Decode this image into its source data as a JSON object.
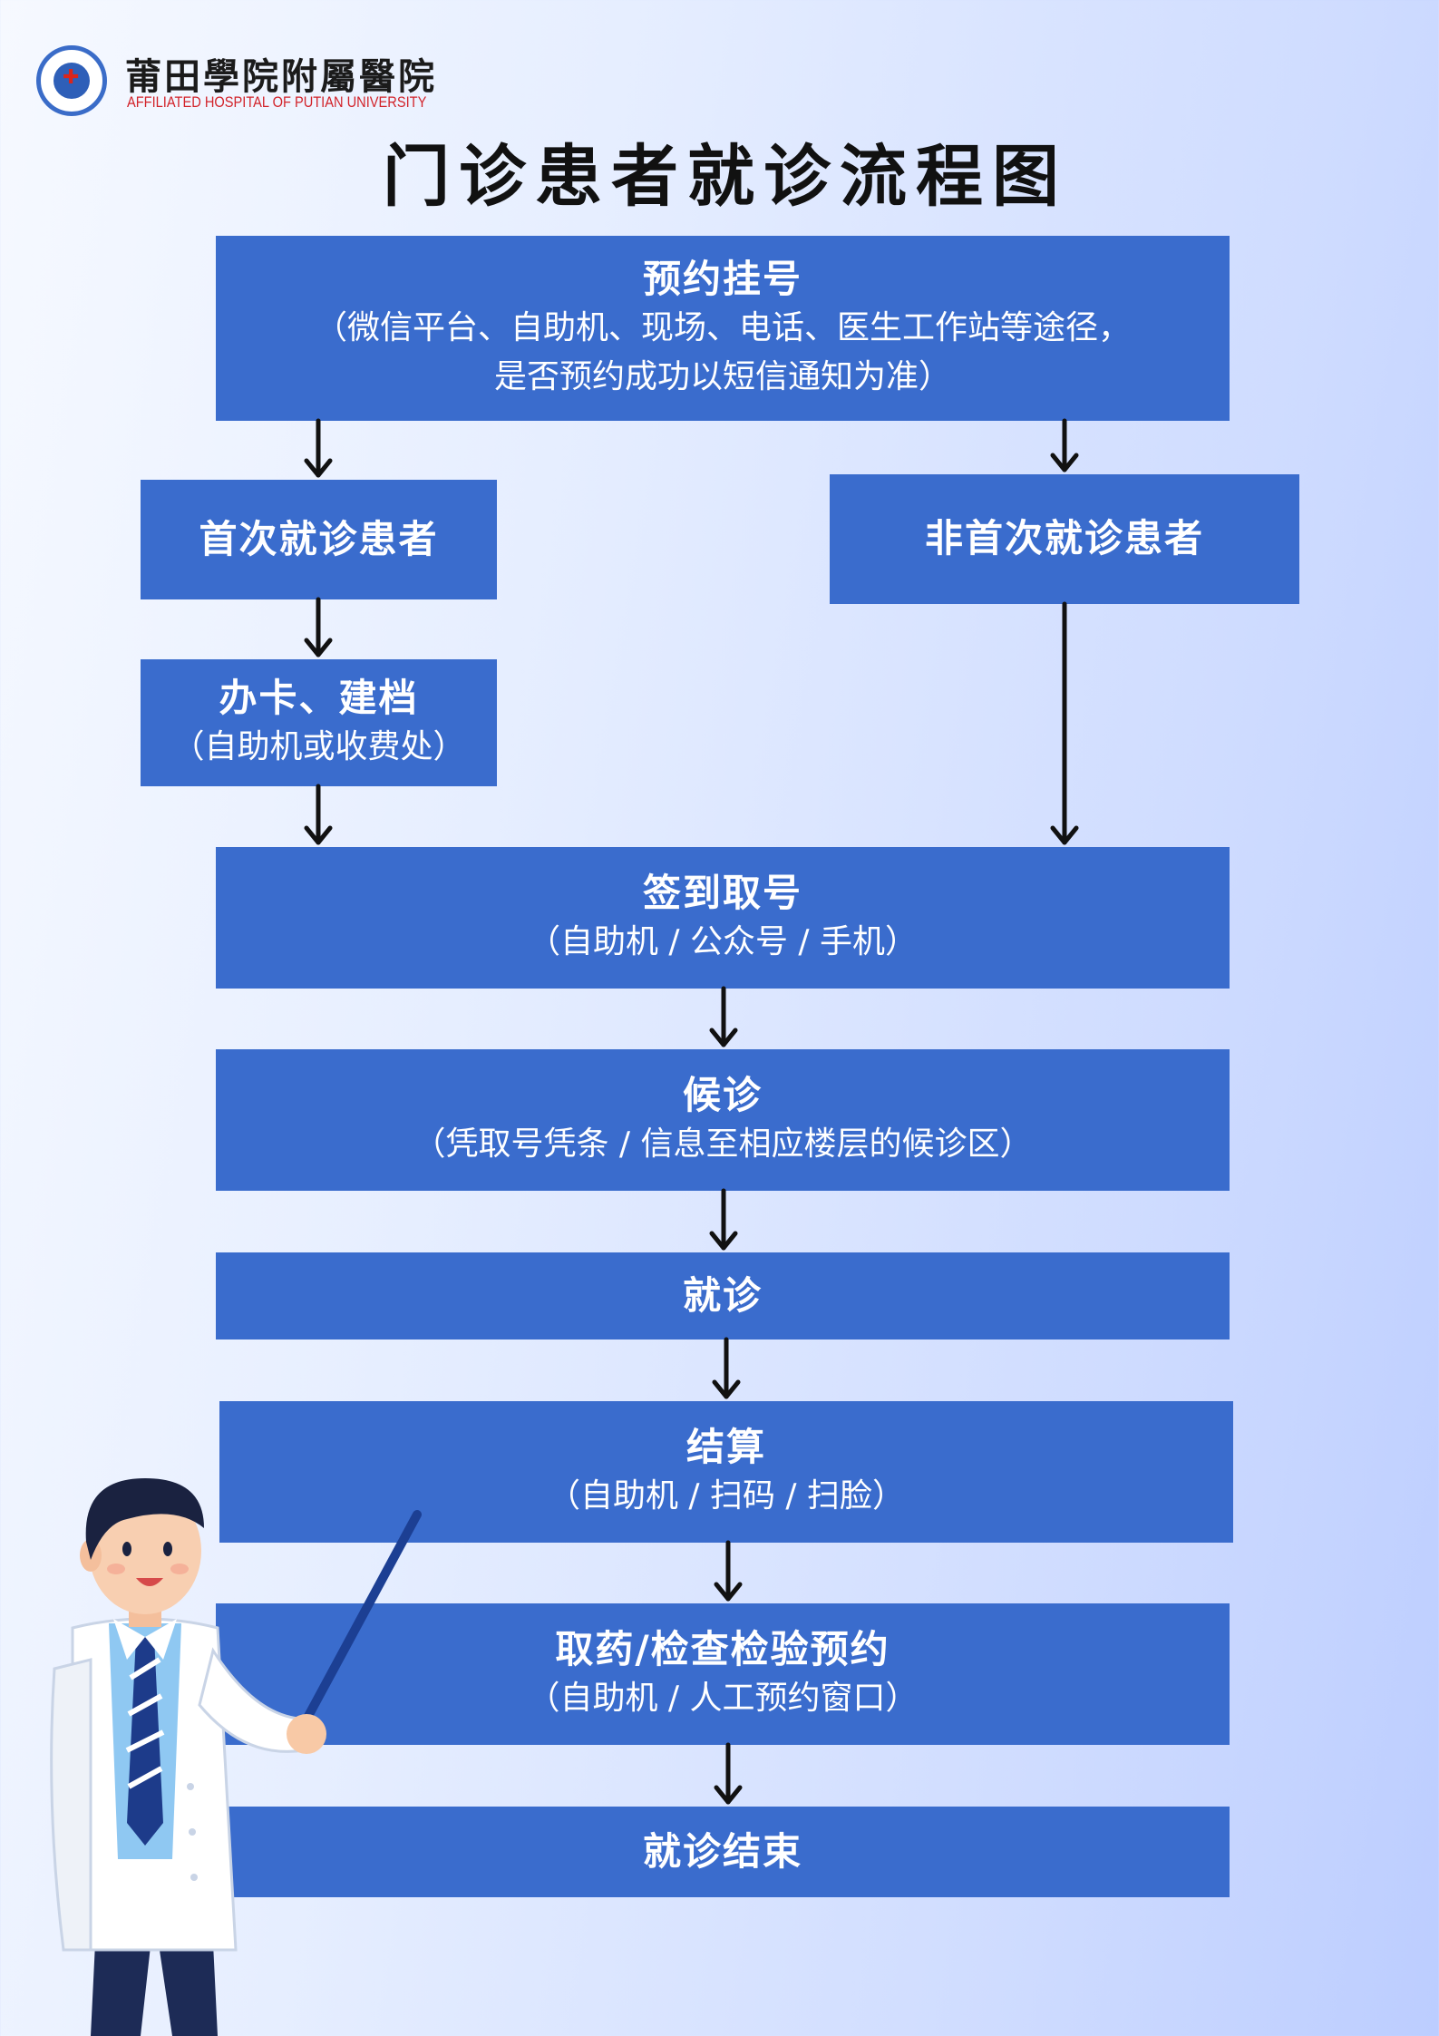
{
  "header": {
    "hospital_name": "莆田學院附屬醫院",
    "hospital_name_en": "AFFILIATED HOSPITAL OF PUTIAN UNIVERSITY",
    "logo_icon": "hospital-seal-icon"
  },
  "title": "门诊患者就诊流程图",
  "steps": {
    "appointment": {
      "title": "预约挂号",
      "line1": "（微信平台、自助机、现场、电话、医生工作站等途径，",
      "line2": "是否预约成功以短信通知为准）"
    },
    "first_visit": {
      "title": "首次就诊患者"
    },
    "return_visit": {
      "title": "非首次就诊患者"
    },
    "card": {
      "title": "办卡、建档",
      "sub": "（自助机或收费处）"
    },
    "checkin": {
      "title": "签到取号",
      "sub": "（自助机 / 公众号 / 手机）"
    },
    "waiting": {
      "title": "候诊",
      "sub": "（凭取号凭条 / 信息至相应楼层的候诊区）"
    },
    "consult": {
      "title": "就诊"
    },
    "payment": {
      "title": "结算",
      "sub": "（自助机 / 扫码 / 扫脸）"
    },
    "medicine": {
      "title": "取药/检查检验预约",
      "sub": "（自助机 / 人工预约窗口）"
    },
    "end": {
      "title": "就诊结束"
    }
  },
  "colors": {
    "box": "#3a6ccd",
    "arrow": "#111111",
    "title_en": "#d2232a"
  }
}
